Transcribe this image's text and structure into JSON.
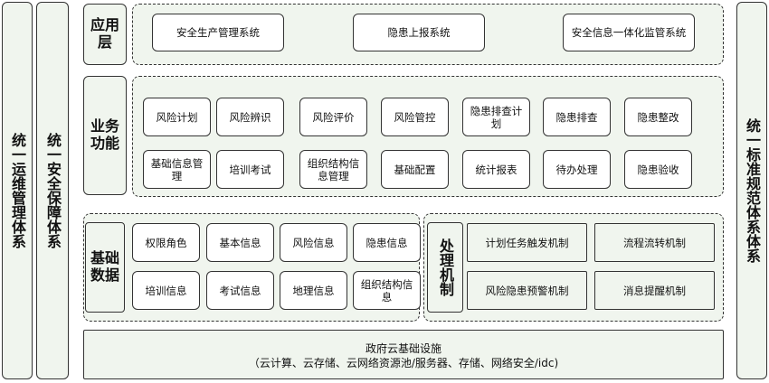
{
  "left_columns": {
    "ops": "统一运维管理体系",
    "security": "统一安全保障体系"
  },
  "right_column": "统一标准规范体系体系",
  "application_layer": {
    "label": "应用层",
    "items": [
      "安全生产管理系统",
      "隐患上报系统",
      "安全信息一体化监管系统"
    ]
  },
  "business_functions": {
    "label": "业务功能",
    "row1": [
      "风险计划",
      "风险辨识",
      "风险评价",
      "风险管控",
      "隐患排查计划",
      "隐患排查",
      "隐患整改"
    ],
    "row2": [
      "基础信息管理",
      "培训考试",
      "组织结构信息管理",
      "基础配置",
      "统计报表",
      "待办处理",
      "隐患验收"
    ]
  },
  "base_data": {
    "label": "基础数据",
    "row1": [
      "权限角色",
      "基本信息",
      "风险信息",
      "隐患信息"
    ],
    "row2": [
      "培训信息",
      "考试信息",
      "地理信息",
      "组织结构信息"
    ]
  },
  "processing": {
    "label": "处理机制",
    "items": [
      "计划任务触发机制",
      "流程流转机制",
      "风险隐患预警机制",
      "消息提醒机制"
    ]
  },
  "infrastructure": {
    "line1": "政府云基础设施",
    "line2": "（云计算、云存储、云网络资源池/服务器、存储、网络安全/idc)"
  }
}
